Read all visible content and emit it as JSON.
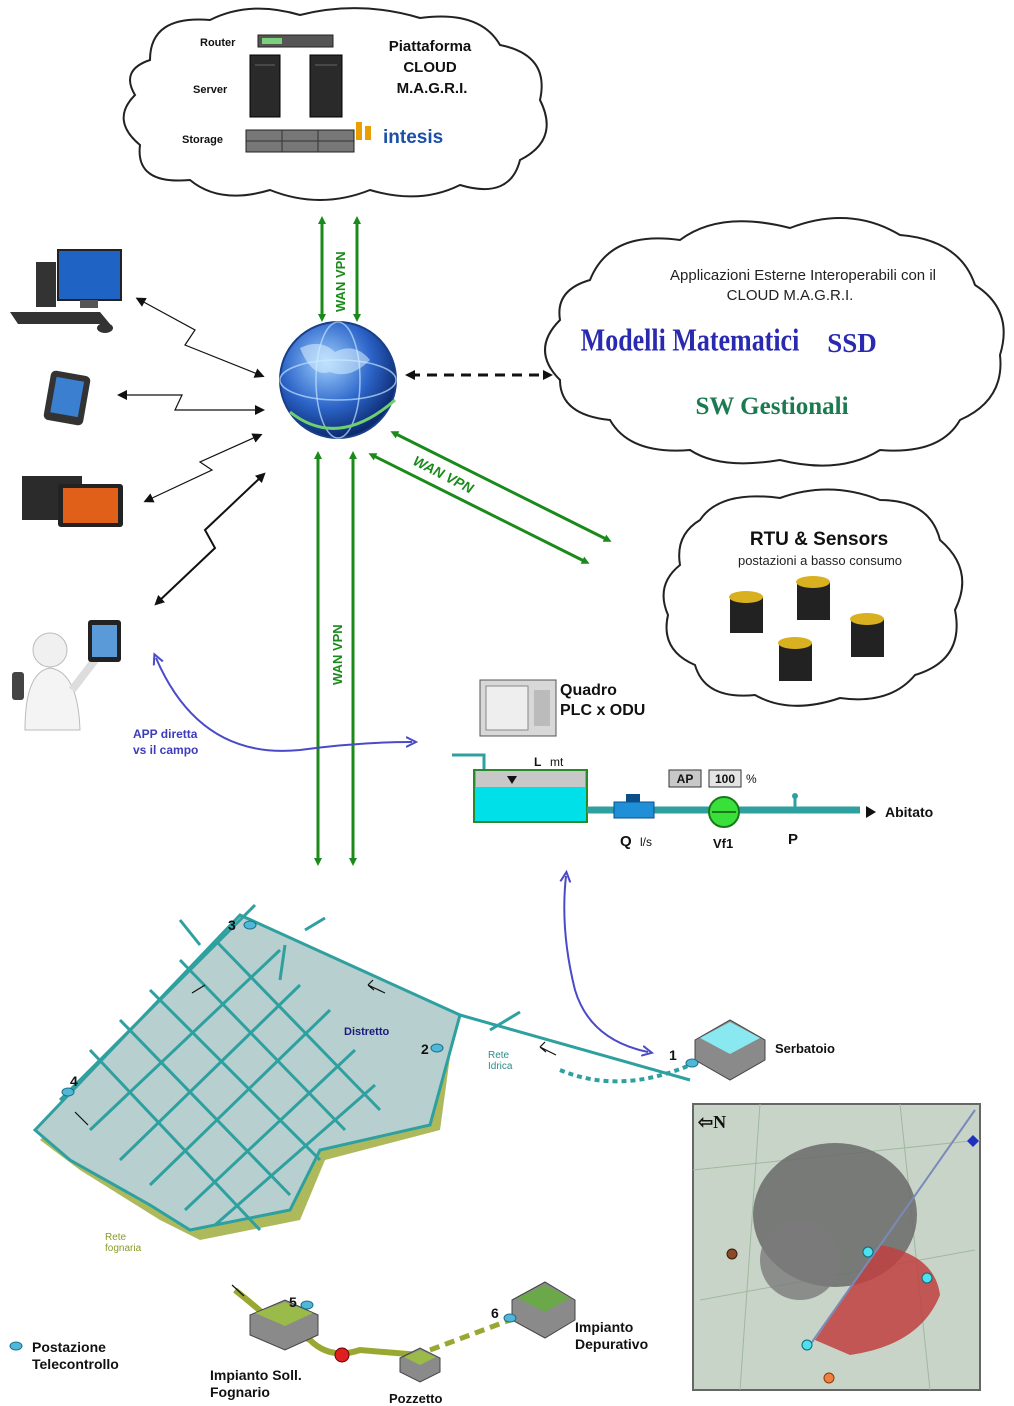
{
  "cloud_platform": {
    "router_label": "Router",
    "server_label": "Server",
    "storage_label": "Storage",
    "title_line1": "Piattaforma",
    "title_line2": "CLOUD",
    "title_line3": "M.A.G.R.I.",
    "vendor_logo_text": "intesis"
  },
  "links": {
    "wan_vpn_top": "WAN VPN",
    "wan_vpn_rtu": "WAN VPN",
    "wan_vpn_center": "WAN VPN"
  },
  "external_apps": {
    "title_line1": "Applicazioni Esterne Interoperabili con il",
    "title_line2": "CLOUD M.A.G.R.I.",
    "app1": "Modelli Matematici",
    "app2": "SSD",
    "app3": "SW Gestionali"
  },
  "rtu": {
    "title": "RTU & Sensors",
    "subtitle": "postazioni a basso consumo"
  },
  "field_app": {
    "line1": "APP diretta",
    "line2": "vs il campo"
  },
  "plc": {
    "line1": "Quadro",
    "line2": "PLC x ODU",
    "level_label": "L",
    "level_unit": "mt",
    "ap_label": "AP",
    "ap_value": "100",
    "ap_unit": "%",
    "flow_label": "Q",
    "flow_unit": "l/s",
    "valve_label": "Vf1",
    "pressure_label": "P",
    "destination": "Abitato"
  },
  "network": {
    "district_label": "Distretto",
    "water_net_line1": "Rete",
    "water_net_line2": "Idrica",
    "sewer_net_line1": "Rete",
    "sewer_net_line2": "fognaria",
    "tank_label": "Serbatoio",
    "station_1": "1",
    "station_2": "2",
    "station_3": "3",
    "station_4": "4",
    "station_5": "5",
    "station_6": "6",
    "pump_line1": "Impianto Soll.",
    "pump_line2": "Fognario",
    "manhole_label": "Pozzetto",
    "treatment_line1": "Impianto",
    "treatment_line2": "Depurativo",
    "legend_line1": "Postazione",
    "legend_line2": "Telecontrollo"
  },
  "map": {
    "north_label": "⇦N"
  },
  "colors": {
    "wan_green": "#1a8a1a",
    "app_arrow_blue": "#4a4ac8",
    "pipe_teal": "#2fa0a0",
    "sewer_olive": "#9aa832",
    "district_fill": "#b8cfcf",
    "water_fill": "#00e0e8",
    "map_red": "#c04040"
  }
}
